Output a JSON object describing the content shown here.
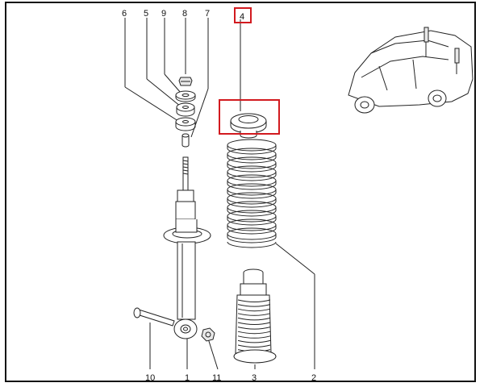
{
  "callouts": [
    {
      "id": "6",
      "label": "6"
    },
    {
      "id": "5",
      "label": "5"
    },
    {
      "id": "9",
      "label": "9"
    },
    {
      "id": "8",
      "label": "8"
    },
    {
      "id": "7",
      "label": "7"
    },
    {
      "id": "4",
      "label": "4"
    },
    {
      "id": "10",
      "label": "10"
    },
    {
      "id": "1",
      "label": "1"
    },
    {
      "id": "11",
      "label": "11"
    },
    {
      "id": "3",
      "label": "3"
    },
    {
      "id": "2",
      "label": "2"
    }
  ],
  "highlighted_part": "4",
  "colors": {
    "highlight": "#d21a1f",
    "line": "#222222",
    "frame": "#111111"
  }
}
